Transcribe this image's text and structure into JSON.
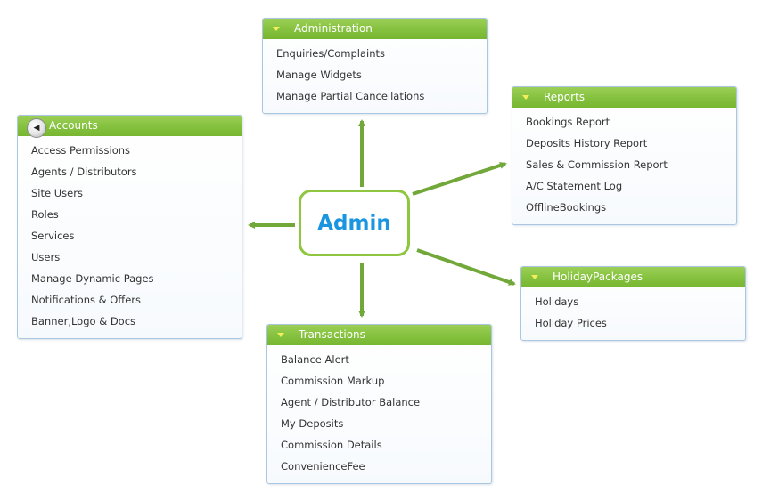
{
  "center": {
    "label": "Admin"
  },
  "colors": {
    "accent_green": "#78b531",
    "title_blue": "#1a96e0",
    "border_blue": "#a9c7e3"
  },
  "icons": {
    "back": "back-arrow-icon",
    "caret": "caret-down-icon"
  },
  "panels": {
    "administration": {
      "title": "Administration",
      "items": [
        "Enquiries/Complaints",
        "Manage Widgets",
        "Manage Partial Cancellations"
      ]
    },
    "reports": {
      "title": "Reports",
      "items": [
        "Bookings Report",
        "Deposits History Report",
        "Sales & Commission Report",
        "A/C Statement Log",
        "OfflineBookings"
      ]
    },
    "accounts": {
      "title": "Accounts",
      "items": [
        "Access Permissions",
        "Agents / Distributors",
        "Site Users",
        "Roles",
        "Services",
        "Users",
        "Manage Dynamic Pages",
        "Notifications & Offers",
        "Banner,Logo & Docs"
      ]
    },
    "holiday": {
      "title": "HolidayPackages",
      "items": [
        "Holidays",
        "Holiday Prices"
      ]
    },
    "transactions": {
      "title": "Transactions",
      "items": [
        "Balance Alert",
        "Commission Markup",
        "Agent / Distributor Balance",
        "My Deposits",
        "Commission Details",
        "ConvenienceFee"
      ]
    }
  }
}
